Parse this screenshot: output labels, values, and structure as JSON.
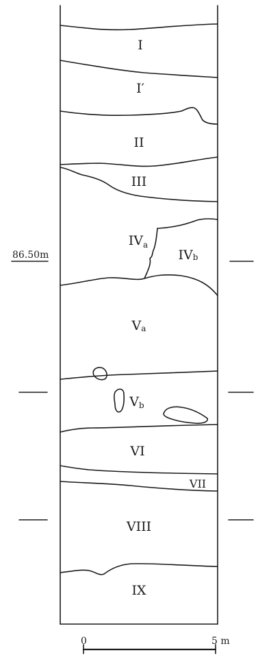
{
  "layers": [
    {
      "id": "I",
      "label": "I",
      "sub": ""
    },
    {
      "id": "I-prime",
      "label": "I′",
      "sub": ""
    },
    {
      "id": "II",
      "label": "II",
      "sub": ""
    },
    {
      "id": "III",
      "label": "III",
      "sub": ""
    },
    {
      "id": "IVa",
      "label": "IV",
      "sub": "a"
    },
    {
      "id": "IVb",
      "label": "IV",
      "sub": "b"
    },
    {
      "id": "Va",
      "label": "V",
      "sub": "a"
    },
    {
      "id": "Vb",
      "label": "V",
      "sub": "b"
    },
    {
      "id": "VI",
      "label": "VI",
      "sub": ""
    },
    {
      "id": "VII",
      "label": "VII",
      "sub": ""
    },
    {
      "id": "VIII",
      "label": "VIII",
      "sub": ""
    },
    {
      "id": "IX",
      "label": "IX",
      "sub": ""
    }
  ],
  "elevation_label": "86.50m",
  "scale": {
    "start": "0",
    "end": "5 m"
  }
}
